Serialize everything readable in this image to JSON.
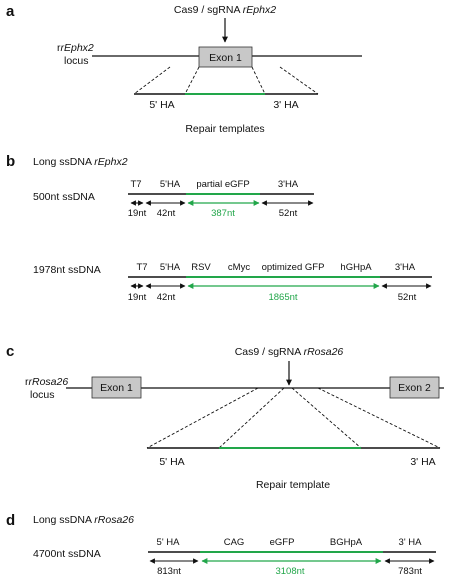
{
  "colors": {
    "accent_green": "#22a64a",
    "exon_fill": "#c8c8c8",
    "line": "#111111"
  },
  "panel_a": {
    "letter": "a",
    "cas9_label": "Cas9 / sgRNA ",
    "cas9_gene": "rEphx2",
    "locus_gene": "rEphx2",
    "locus_word": "locus",
    "exon": "Exon 1",
    "ha_left": "5' HA",
    "ha_right": "3' HA",
    "caption": "Repair templates"
  },
  "panel_b": {
    "letter": "b",
    "title_prefix": "Long ssDNA ",
    "title_gene": "rEphx2",
    "row1": {
      "name": "500nt ssDNA",
      "segments": [
        "T7",
        "5'HA",
        "partial eGFP",
        "3'HA"
      ],
      "lengths": [
        "19nt",
        "42nt",
        "387nt",
        "52nt"
      ]
    },
    "row2": {
      "name": "1978nt ssDNA",
      "segments": [
        "T7",
        "5'HA",
        "RSV",
        "cMyc",
        "optimized GFP",
        "hGHpA",
        "3'HA"
      ],
      "lengths": [
        "19nt",
        "42nt",
        "1865nt",
        "52nt"
      ]
    }
  },
  "panel_c": {
    "letter": "c",
    "cas9_label": "Cas9 / sgRNA ",
    "cas9_gene": "rRosa26",
    "locus_gene": "rRosa26",
    "locus_word": "locus",
    "exon1": "Exon 1",
    "exon2": "Exon 2",
    "ha_left": "5' HA",
    "ha_right": "3' HA",
    "caption": "Repair template"
  },
  "panel_d": {
    "letter": "d",
    "title_prefix": "Long ssDNA ",
    "title_gene": "rRosa26",
    "name": "4700nt ssDNA",
    "segments": [
      "5' HA",
      "CAG",
      "eGFP",
      "BGHpA",
      "3' HA"
    ],
    "lengths": [
      "813nt",
      "3108nt",
      "783nt"
    ]
  }
}
